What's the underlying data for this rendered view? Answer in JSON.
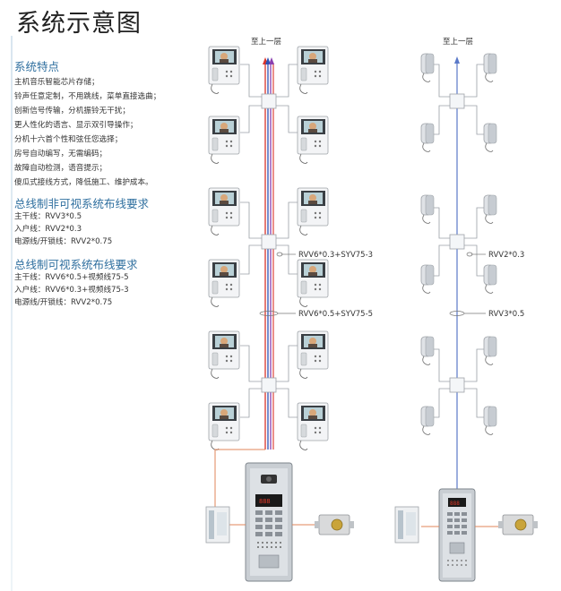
{
  "title": "系统示意图",
  "features": {
    "heading": "系统特点",
    "items": [
      "主机音乐智能芯片存储；",
      "铃声任意定制，不用跳线，菜单直接选曲；",
      "创新信号传输，分机振铃无干扰；",
      "更人性化的语言、显示双引导操作；",
      "分机十六首个性和弦任您选择；",
      "房号自动编写，无需编码；",
      "故障自动检测，语音提示；",
      "傻瓜式接线方式，降低施工、维护成本。"
    ]
  },
  "nonvisual_req": {
    "heading": "总线制非可视系统布线要求",
    "items": [
      "主干线：RVV3*0.5",
      "入户线：RVV2*0.3",
      "电源线/开锁线：RVV2*0.75"
    ]
  },
  "visual_req": {
    "heading": "总线制可视系统布线要求",
    "items": [
      "主干线：RVV6*0.5+视频线75-5",
      "入户线：RVV6*0.3+视频线75-3",
      "电源线/开锁线：RVV2*0.75"
    ]
  },
  "diagram": {
    "left_top_label": "至上一层",
    "right_top_label": "至上一层",
    "left_branch_label": "RVV6*0.3+SYV75-3",
    "left_trunk_label": "RVV6*0.5+SYV75-5",
    "right_branch_label": "RVV2*0.3",
    "right_trunk_label": "RVV3*0.5"
  },
  "colors": {
    "title_blue": "#2f6f9f",
    "wire_red": "#d9342b",
    "wire_blue": "#2c52b5",
    "wire_purple": "#8a3fb0",
    "wire_orange": "#e0855a",
    "wire_gray": "#9aa0a6"
  }
}
